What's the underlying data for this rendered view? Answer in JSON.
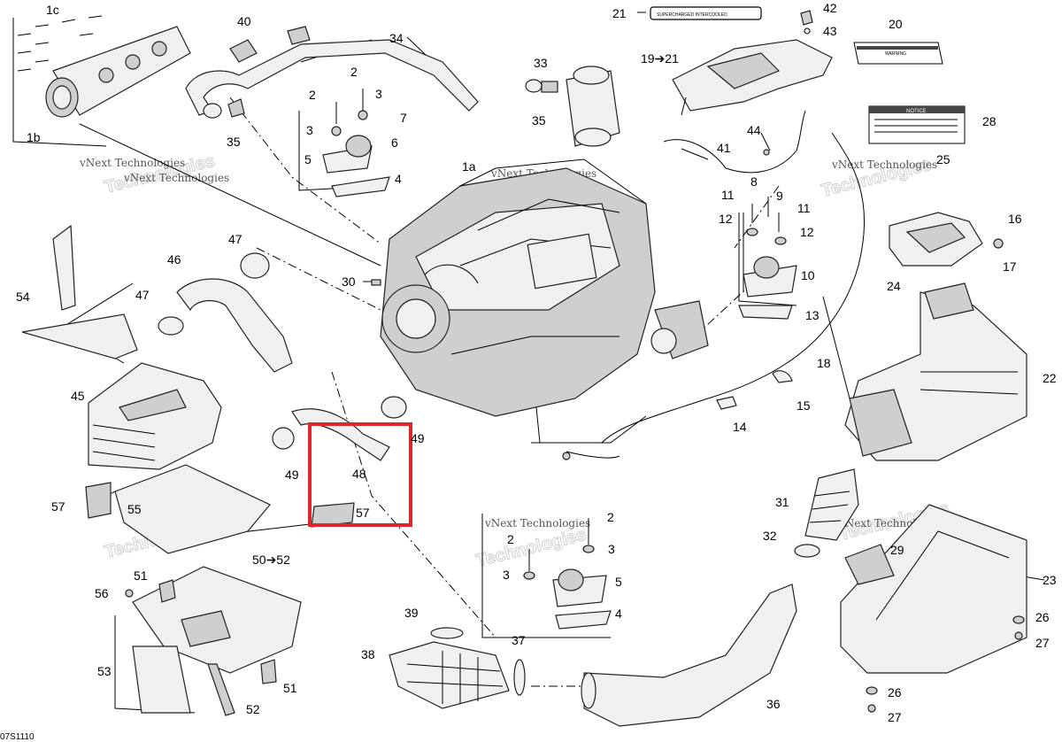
{
  "diagram": {
    "part_code": "07S1110",
    "watermark": "vNext Technologies",
    "callouts": [
      {
        "id": "c1c",
        "text": "1c"
      },
      {
        "id": "c1b",
        "text": "1b"
      },
      {
        "id": "c1a",
        "text": "1a"
      },
      {
        "id": "c2a",
        "text": "2"
      },
      {
        "id": "c2b",
        "text": "2"
      },
      {
        "id": "c2c",
        "text": "2"
      },
      {
        "id": "c2d",
        "text": "2"
      },
      {
        "id": "c3a",
        "text": "3"
      },
      {
        "id": "c3b",
        "text": "3"
      },
      {
        "id": "c3c",
        "text": "3"
      },
      {
        "id": "c3d",
        "text": "3"
      },
      {
        "id": "c4a",
        "text": "4"
      },
      {
        "id": "c4b",
        "text": "4"
      },
      {
        "id": "c5a",
        "text": "5"
      },
      {
        "id": "c5b",
        "text": "5"
      },
      {
        "id": "c6",
        "text": "6"
      },
      {
        "id": "c7",
        "text": "7"
      },
      {
        "id": "c8",
        "text": "8"
      },
      {
        "id": "c9",
        "text": "9"
      },
      {
        "id": "c10",
        "text": "10"
      },
      {
        "id": "c11a",
        "text": "11"
      },
      {
        "id": "c11b",
        "text": "11"
      },
      {
        "id": "c12a",
        "text": "12"
      },
      {
        "id": "c12b",
        "text": "12"
      },
      {
        "id": "c13",
        "text": "13"
      },
      {
        "id": "c14",
        "text": "14"
      },
      {
        "id": "c15",
        "text": "15"
      },
      {
        "id": "c16",
        "text": "16"
      },
      {
        "id": "c17",
        "text": "17"
      },
      {
        "id": "c18",
        "text": "18"
      },
      {
        "id": "c19",
        "text": "19➔21"
      },
      {
        "id": "c20",
        "text": "20"
      },
      {
        "id": "c21",
        "text": "21"
      },
      {
        "id": "c22",
        "text": "22"
      },
      {
        "id": "c23",
        "text": "23"
      },
      {
        "id": "c24",
        "text": "24"
      },
      {
        "id": "c25",
        "text": "25"
      },
      {
        "id": "c26a",
        "text": "26"
      },
      {
        "id": "c26b",
        "text": "26"
      },
      {
        "id": "c27a",
        "text": "27"
      },
      {
        "id": "c27b",
        "text": "27"
      },
      {
        "id": "c28",
        "text": "28"
      },
      {
        "id": "c29",
        "text": "29"
      },
      {
        "id": "c30",
        "text": "30"
      },
      {
        "id": "c31",
        "text": "31"
      },
      {
        "id": "c32",
        "text": "32"
      },
      {
        "id": "c33",
        "text": "33"
      },
      {
        "id": "c34",
        "text": "34"
      },
      {
        "id": "c35a",
        "text": "35"
      },
      {
        "id": "c35b",
        "text": "35"
      },
      {
        "id": "c36",
        "text": "36"
      },
      {
        "id": "c37",
        "text": "37"
      },
      {
        "id": "c38",
        "text": "38"
      },
      {
        "id": "c39",
        "text": "39"
      },
      {
        "id": "c40",
        "text": "40"
      },
      {
        "id": "c41",
        "text": "41"
      },
      {
        "id": "c42",
        "text": "42"
      },
      {
        "id": "c43",
        "text": "43"
      },
      {
        "id": "c44",
        "text": "44"
      },
      {
        "id": "c45",
        "text": "45"
      },
      {
        "id": "c46",
        "text": "46"
      },
      {
        "id": "c47a",
        "text": "47"
      },
      {
        "id": "c47b",
        "text": "47"
      },
      {
        "id": "c48",
        "text": "48"
      },
      {
        "id": "c49a",
        "text": "49"
      },
      {
        "id": "c49b",
        "text": "49"
      },
      {
        "id": "c50",
        "text": "50➔52"
      },
      {
        "id": "c51a",
        "text": "51"
      },
      {
        "id": "c51b",
        "text": "51"
      },
      {
        "id": "c52",
        "text": "52"
      },
      {
        "id": "c53",
        "text": "53"
      },
      {
        "id": "c54",
        "text": "54"
      },
      {
        "id": "c55",
        "text": "55"
      },
      {
        "id": "c56",
        "text": "56"
      },
      {
        "id": "c57a",
        "text": "57"
      },
      {
        "id": "c57b",
        "text": "57"
      }
    ],
    "decal_21": "SUPERCHARGED INTERCOOLED",
    "decal_20_title": "WARNING",
    "decal_28_title": "NOTICE",
    "highlight_color": "#e0252b"
  }
}
